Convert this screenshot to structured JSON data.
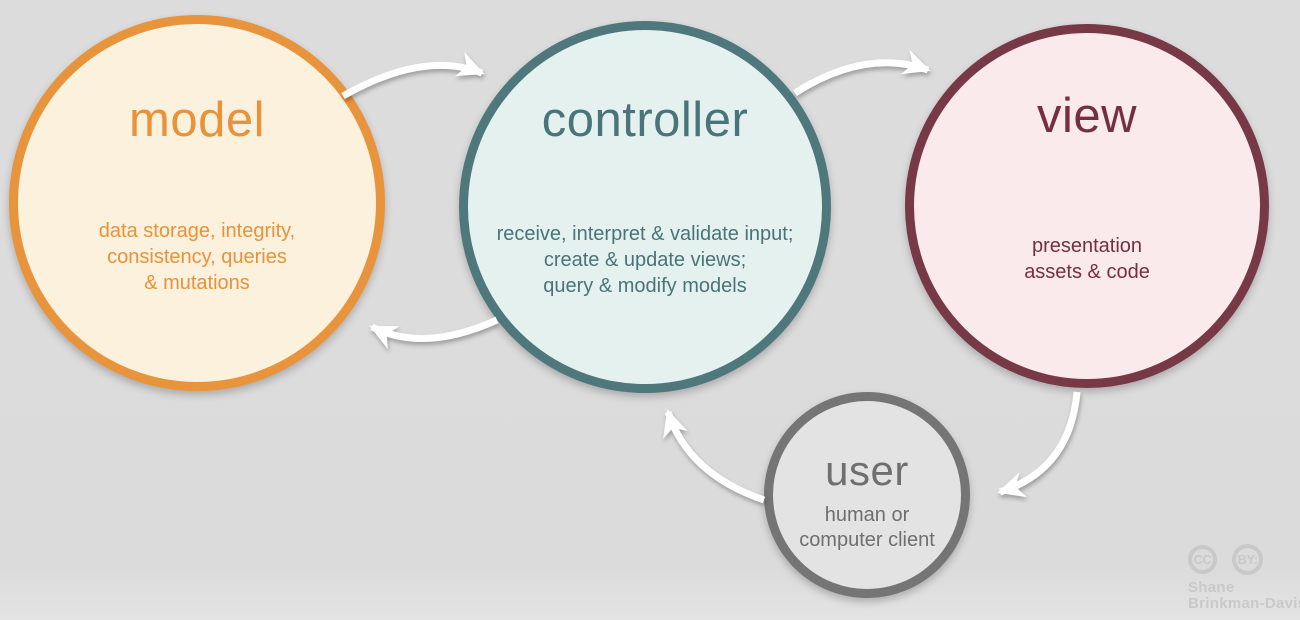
{
  "diagram": {
    "background_color": "#dcdcdc",
    "arrow_color": "#ffffff"
  },
  "nodes": [
    {
      "id": "model",
      "title": "model",
      "description": "data storage, integrity,\nconsistency, queries\n& mutations",
      "border_color": "#e8943c",
      "fill_color": "#fcf1dd",
      "text_color": "#e8923a"
    },
    {
      "id": "controller",
      "title": "controller",
      "description": "receive, interpret & validate input;\ncreate & update views;\nquery & modify models",
      "border_color": "#4e787c",
      "fill_color": "#e5f1ef",
      "text_color": "#48747a"
    },
    {
      "id": "view",
      "title": "view",
      "description": "presentation\nassets & code",
      "border_color": "#783946",
      "fill_color": "#fbeaec",
      "text_color": "#752f40"
    },
    {
      "id": "user",
      "title": "user",
      "description": "human or\ncomputer client",
      "border_color": "#757575",
      "fill_color": "#e3e3e3",
      "text_color": "#6f6f6f"
    }
  ],
  "arrows": [
    {
      "name": "model-to-controller"
    },
    {
      "name": "controller-to-view"
    },
    {
      "name": "controller-to-model"
    },
    {
      "name": "view-to-user"
    },
    {
      "name": "user-to-controller"
    }
  ],
  "attribution": {
    "cc_label": "CC",
    "by_label": "BY:",
    "author_line1": "Shane",
    "author_line2": "Brinkman-Davis",
    "color": "#c9c9c9"
  }
}
